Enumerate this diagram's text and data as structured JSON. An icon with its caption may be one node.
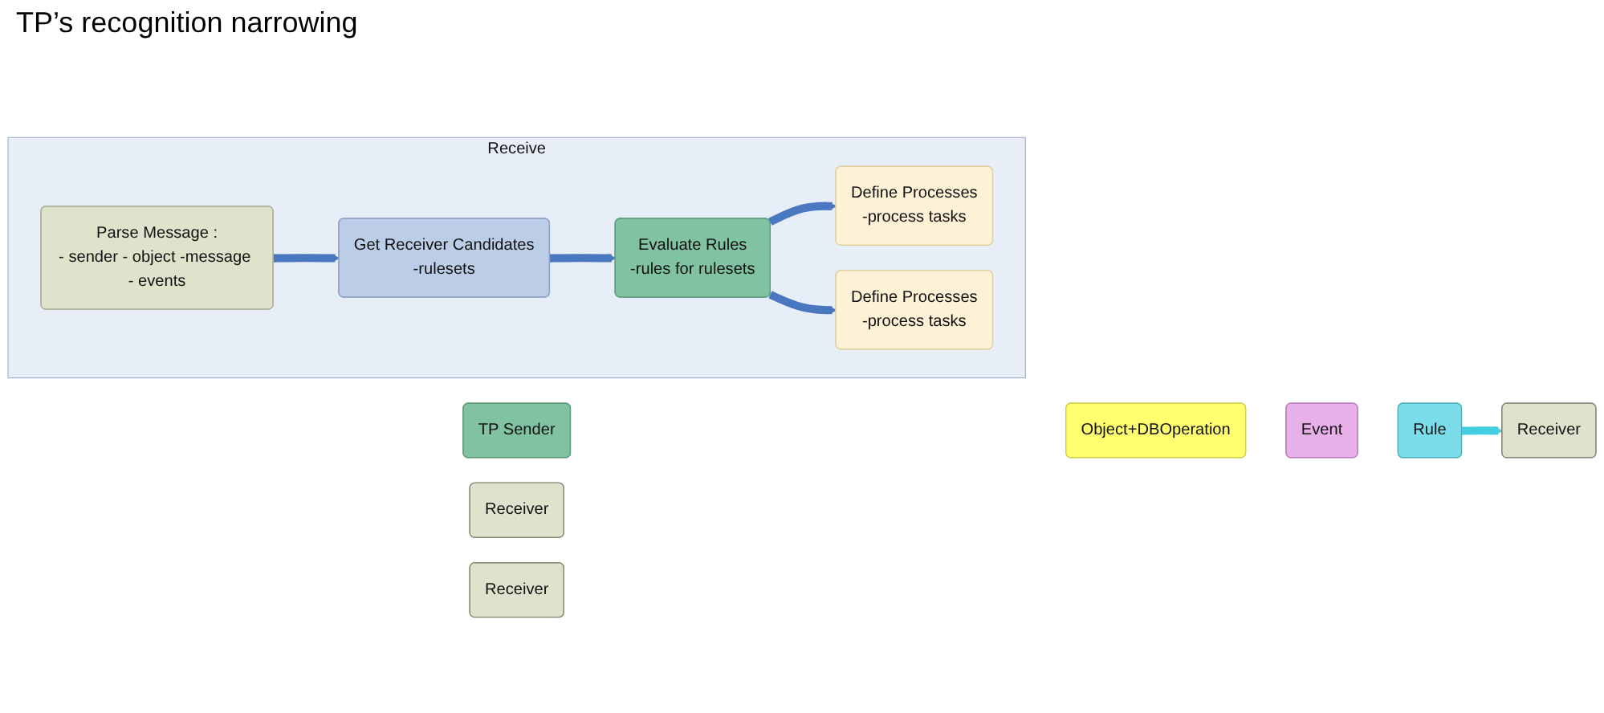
{
  "diagram": {
    "nodes": [
      {
        "text": [
          "Receive"
        ]
      },
      {
        "text": [
          "Parse Message :",
          "- sender - object -message - events"
        ],
        "in": 0
      },
      {
        "text": [
          "Get Receiver Candidates",
          "-rulesets"
        ],
        "in": 0
      },
      {
        "text": [
          "Evaluate Rules",
          "-rules for rulesets"
        ],
        "in": 0
      },
      {
        "text": [
          "Define Processes",
          "-process tasks"
        ],
        "in": 0
      },
      {
        "text": [
          "Define Processes",
          "-process tasks"
        ],
        "in": 0
      },
      {
        "text": [
          "TP Sender"
        ]
      },
      {
        "text": [
          "Object+DBOperation"
        ]
      },
      {
        "text": [
          "Event"
        ]
      },
      {
        "text": [
          "Rule"
        ]
      },
      {
        "text": [
          "Receiver"
        ]
      },
      {
        "text": [
          "Receiver"
        ]
      },
      {
        "text": [
          "Receiver"
        ]
      }
    ],
    "edges": [
      {
        "from": 1,
        "to": 2,
        "arrow": "to"
      },
      {
        "from": 2,
        "to": 3,
        "arrow": "to"
      },
      {
        "from": 3,
        "to": 4,
        "arrow": "to"
      },
      {
        "from": 3,
        "to": 5,
        "arrow": "to"
      },
      {
        "from": 9,
        "to": 11,
        "arrow": "to",
        "color": "#44cfe0"
      }
    ],
    "labels": [
      "TP’s recognition narrowing"
    ]
  }
}
